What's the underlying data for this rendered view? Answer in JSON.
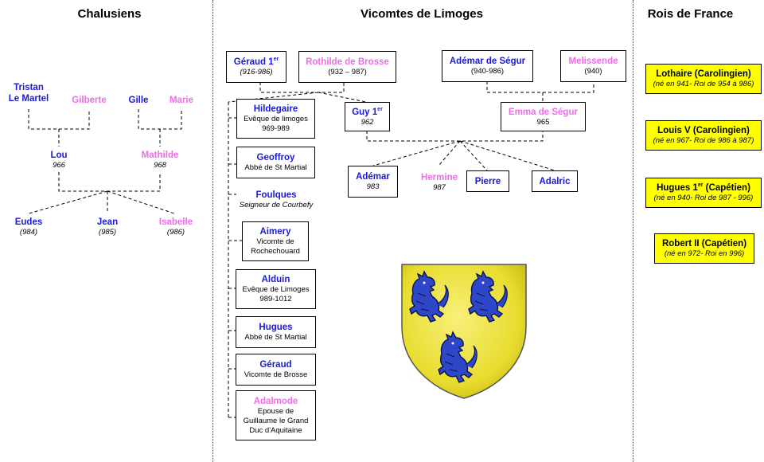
{
  "headers": {
    "chalusiens": "Chalusiens",
    "vicomtes": "Vicomtes de Limoges",
    "rois": "Rois de France"
  },
  "chalusiens": {
    "tristan_l1": "Tristan",
    "tristan_l2": "Le Martel",
    "gilberte": "Gilberte",
    "gille": "Gille",
    "marie": "Marie",
    "lou": {
      "name": "Lou",
      "date": "966"
    },
    "mathilde": {
      "name": "Mathilde",
      "date": "968"
    },
    "eudes": {
      "name": "Eudes",
      "date": "(984)"
    },
    "jean": {
      "name": "Jean",
      "date": "(985)"
    },
    "isabelle": {
      "name": "Isabelle",
      "date": "(986)"
    }
  },
  "vicomtes": {
    "geraud1": {
      "name": "Géraud 1",
      "sup": "er",
      "date": "(916-986)"
    },
    "rothilde": {
      "name": "Rothilde de Brosse",
      "date": "(932 – 987)"
    },
    "ademar_segur": {
      "name": "Adémar de Ségur",
      "date": "(940-986)"
    },
    "melissende": {
      "name": "Melissende",
      "date": "(940)"
    },
    "guy1": {
      "name": "Guy 1",
      "sup": "er",
      "date": "962"
    },
    "emma": {
      "name": "Emma de Ségur",
      "date": "965"
    },
    "ademar": {
      "name": "Adémar",
      "date": "983"
    },
    "hermine": {
      "name": "Hermine",
      "date": "987"
    },
    "pierre": {
      "name": "Pierre"
    },
    "adalric": {
      "name": "Adalric"
    },
    "hildegaire": {
      "name": "Hildegaire",
      "l1": "Evêque de limoges",
      "l2": "969-989"
    },
    "geoffroy": {
      "name": "Geoffroy",
      "l1": "Abbé de St Martial"
    },
    "foulques": {
      "name": "Foulques",
      "l1": "Seigneur de Courbefy"
    },
    "aimery": {
      "name": "Aimery",
      "l1": "Vicomte de",
      "l2": "Rochechouard"
    },
    "alduin": {
      "name": "Alduin",
      "l1": "Evêque de Limoges",
      "l2": "989-1012"
    },
    "hugues": {
      "name": "Hugues",
      "l1": "Abbé de St Martial"
    },
    "geraud": {
      "name": "Géraud",
      "l1": "Vicomte de Brosse"
    },
    "adalmode": {
      "name": "Adalmode",
      "l1": "Epouse de",
      "l2": "Guillaume le Grand",
      "l3": "Duc d'Aquitaine"
    }
  },
  "rois": [
    {
      "name": "Lothaire (Carolingien)",
      "info": "(né en 941-  Roi de 954 à 986)"
    },
    {
      "name": "Louis V (Carolingien)",
      "info": "(né en 967-  Roi de 986 à 987)"
    },
    {
      "name": "Hugues 1",
      "sup": "er",
      "name_tail": " (Capétien)",
      "info": "(né en 940- Roi de 987 - 996)"
    },
    {
      "name": "Robert II (Capétien)",
      "info": "(né en 972-  Roi en 996)"
    }
  ],
  "colors": {
    "male": "#1a1ad8",
    "female": "#ef6ce8",
    "king_bg": "#ffff00",
    "shield_gold": "#efe23a",
    "lion_blue": "#2e46c8"
  }
}
